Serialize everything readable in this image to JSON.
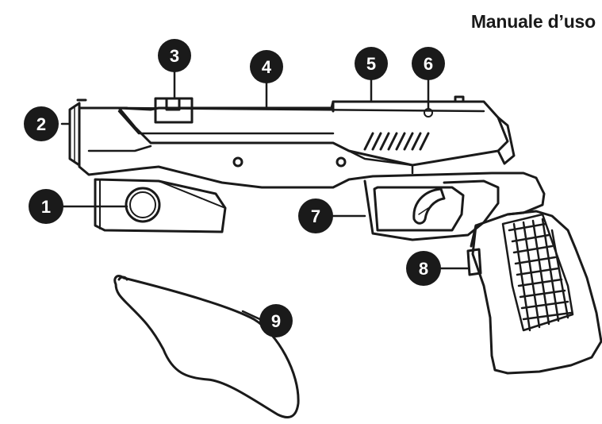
{
  "header": {
    "title": "Manuale d’uso"
  },
  "callouts": [
    {
      "id": "callout-1",
      "number": "1"
    },
    {
      "id": "callout-2",
      "number": "2"
    },
    {
      "id": "callout-3",
      "number": "3"
    },
    {
      "id": "callout-4",
      "number": "4"
    },
    {
      "id": "callout-5",
      "number": "5"
    },
    {
      "id": "callout-6",
      "number": "6"
    },
    {
      "id": "callout-7",
      "number": "7"
    },
    {
      "id": "callout-8",
      "number": "8"
    },
    {
      "id": "callout-9",
      "number": "9"
    }
  ],
  "colors": {
    "line": "#1a1a1a",
    "badge": "#1a1a1a",
    "badge_text": "#ffffff",
    "background": "#ffffff"
  }
}
